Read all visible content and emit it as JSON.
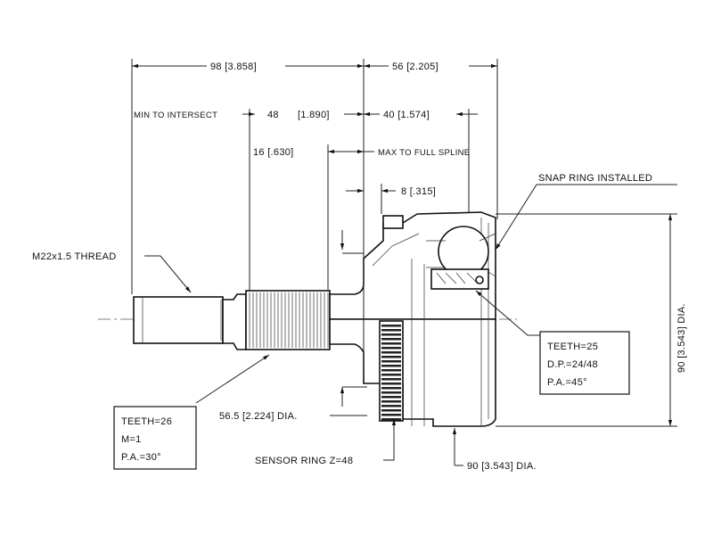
{
  "dimensions": {
    "overall_length": "98 [3.858]",
    "housing_length": "56 [2.205]",
    "min_to_intersect": "MIN TO INTERSECT",
    "intersect_length": "48",
    "intersect_length_in": "[1.890]",
    "inner_length": "40 [1.574]",
    "spline_dia": "16 [.630]",
    "max_to_full_spline": "MAX TO FULL SPLINE",
    "offset": "8 [.315]",
    "snap_ring": "SNAP RING INSTALLED",
    "thread": "M22x1.5 THREAD",
    "shaft_dia": "56.5 [2.224] DIA.",
    "housing_height": "90 [3.543] DIA.",
    "housing_bottom_dia": "90 [3.543] DIA.",
    "sensor_ring": "SENSOR RING Z=48"
  },
  "spec_left": {
    "teeth": "TEETH=26",
    "module": "M=1",
    "pressure_angle": "P.A.=30°"
  },
  "spec_right": {
    "teeth": "TEETH=25",
    "diametral_pitch": "D.P.=24/48",
    "pressure_angle": "P.A.=45°"
  }
}
